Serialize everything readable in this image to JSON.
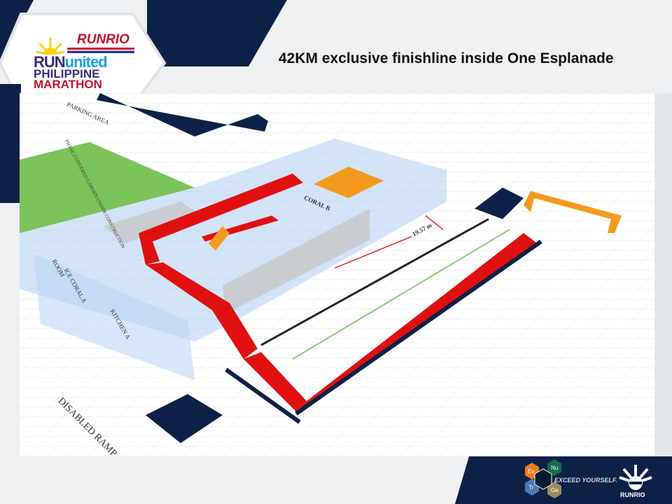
{
  "slide": {
    "title": "42KM exclusive finishline inside One Esplanade"
  },
  "logo": {
    "brand": "RUNRIO",
    "line1_a": "RUN",
    "line1_b": "united",
    "line2": "PHILIPPINE",
    "line3": "MARATHON"
  },
  "map": {
    "labels": {
      "parking": "PARKING AREA",
      "phase2": "PHASE 2 COVERED GARDEN UNDER CONSTRUCTION",
      "coral_b": "CORAL B",
      "distance": "19.57 m",
      "room": "ROOM",
      "coral_a": "ICE CORAL A",
      "kitchen": "KITCHEN A",
      "disabled": "DISABLED RAMP"
    }
  },
  "footer": {
    "hex_labels": [
      "Ev",
      "Nu",
      "Tr",
      "Ge"
    ],
    "tagline": "EXCEED YOURSELF.",
    "runrio": "RUNRIO"
  },
  "colors": {
    "navy": "#0d2148",
    "red": "#e01010",
    "orange": "#f39a1e",
    "green": "#7cc35a"
  }
}
